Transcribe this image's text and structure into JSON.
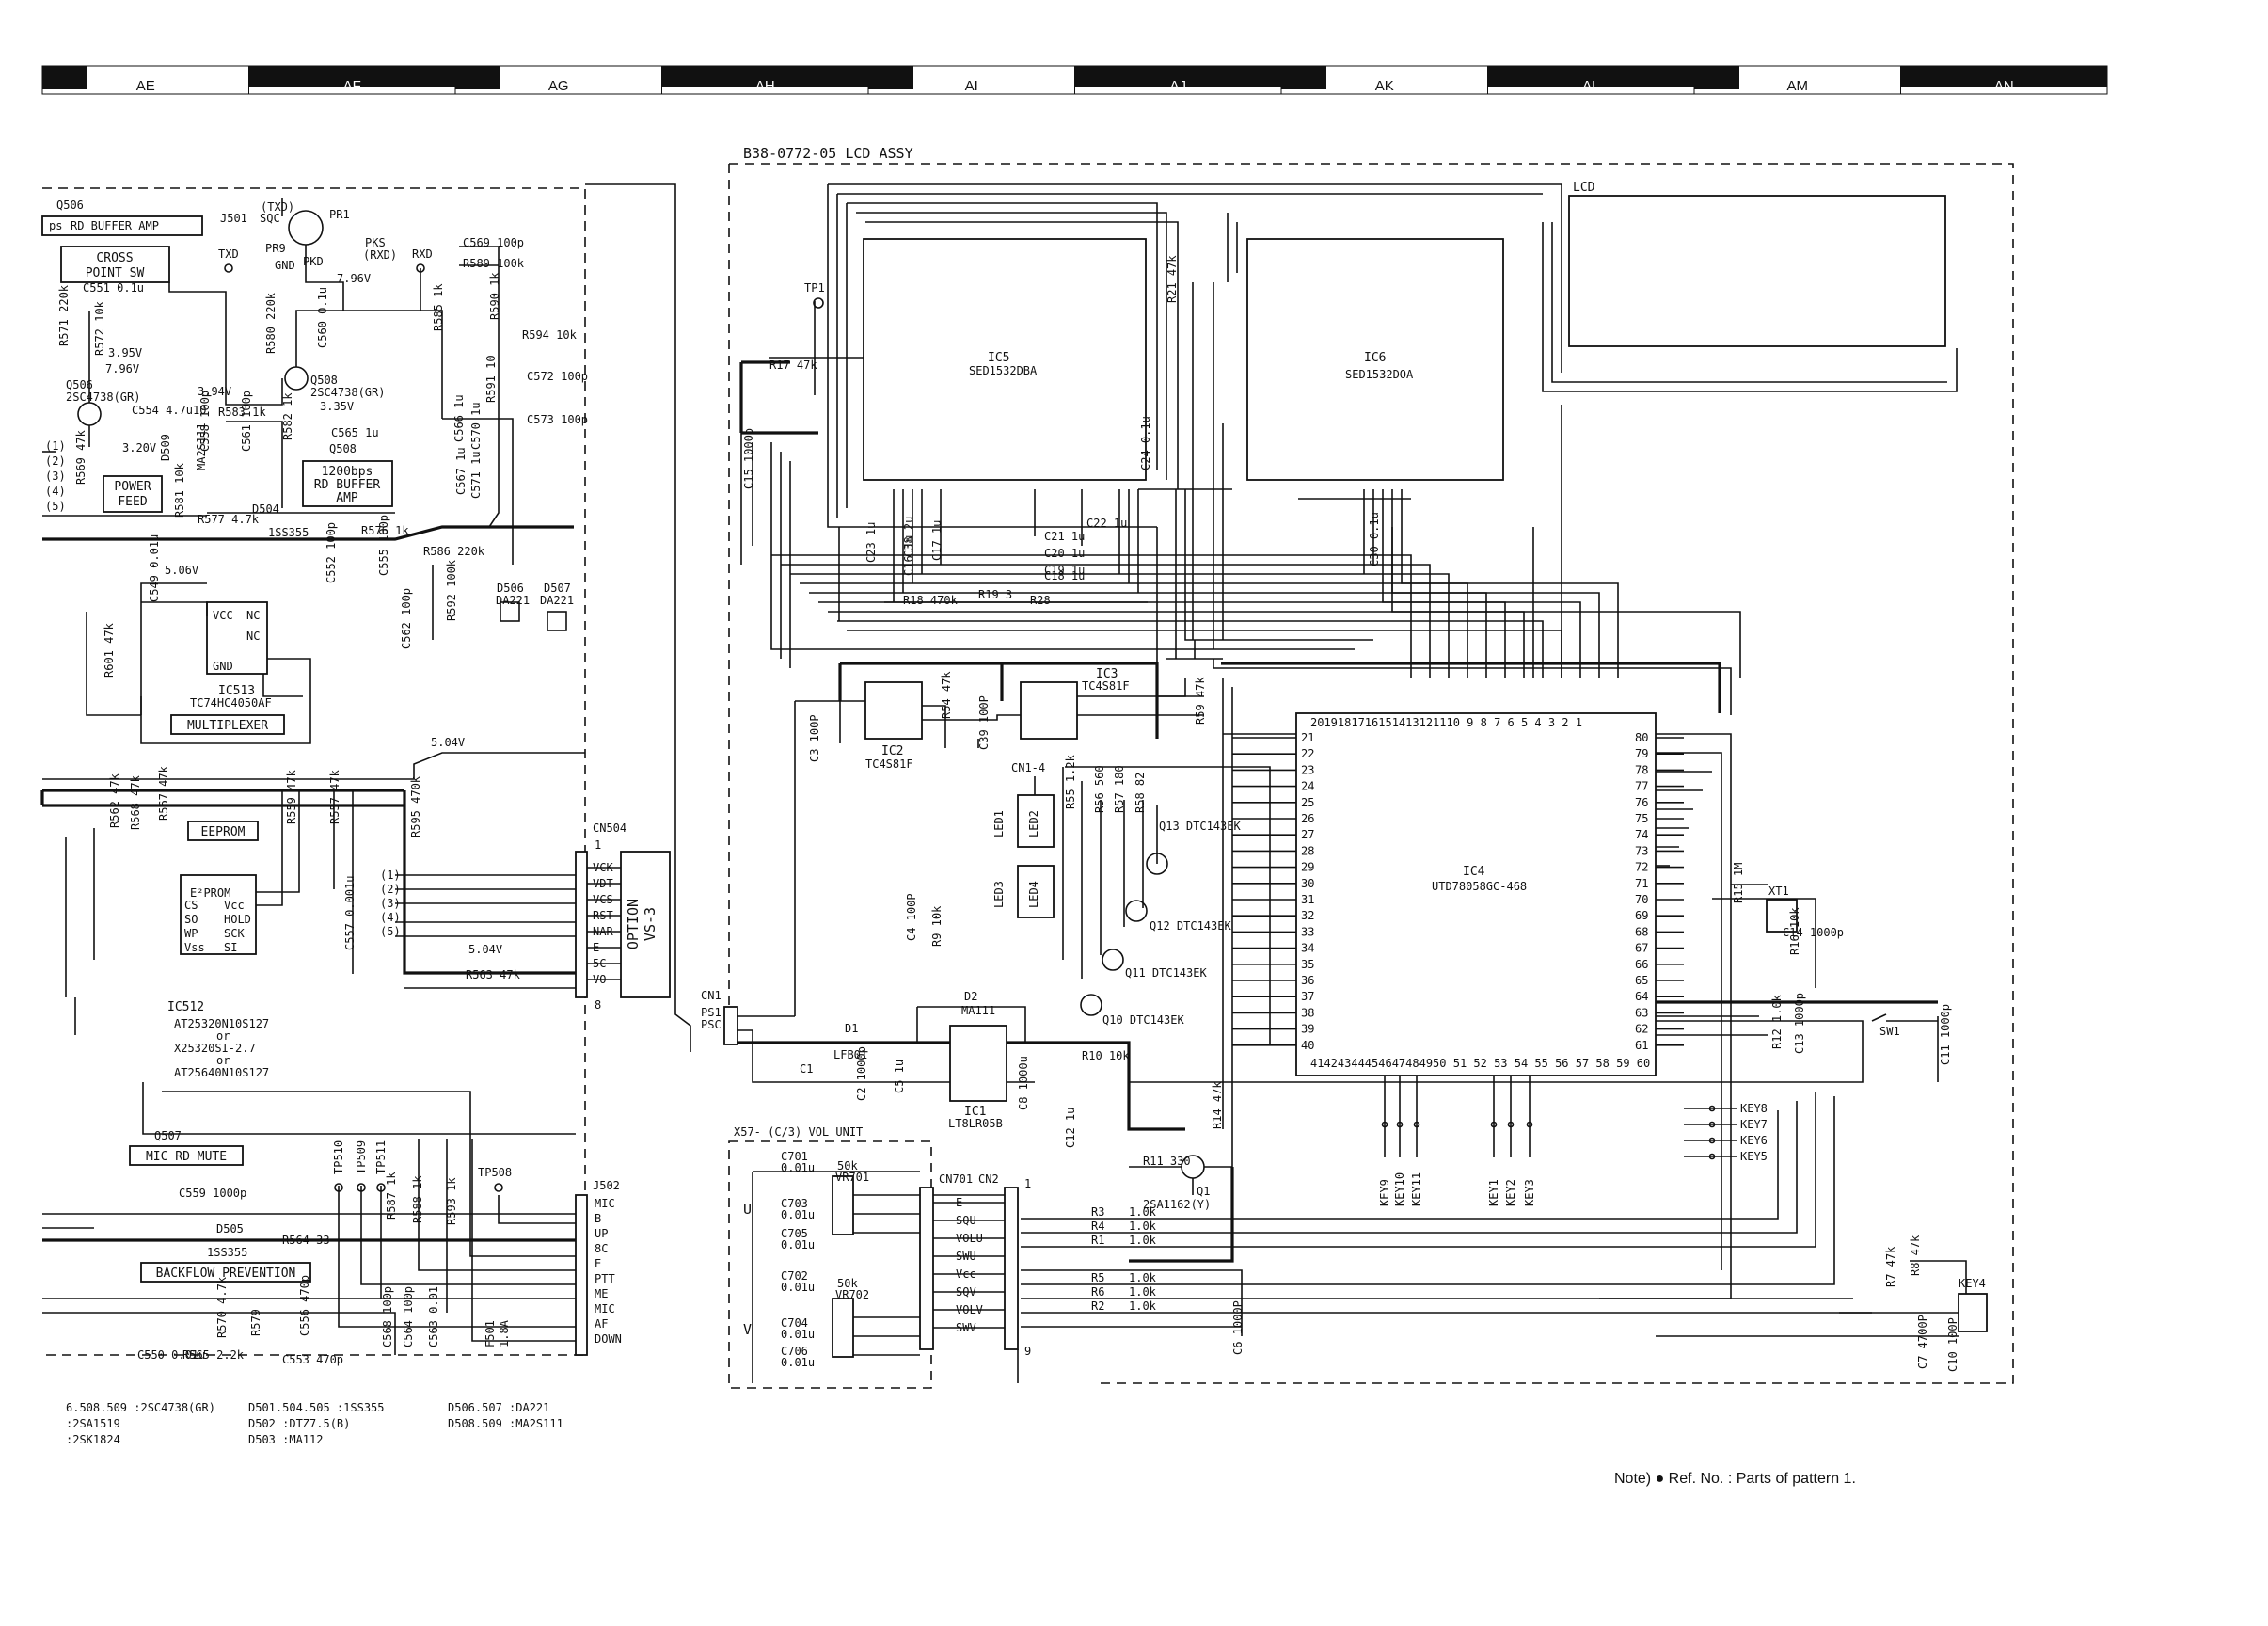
{
  "grid_columns": [
    {
      "label": "AE",
      "dark": true
    },
    {
      "label": "AF",
      "dark": false
    },
    {
      "label": "AG",
      "dark": true
    },
    {
      "label": "AH",
      "dark": false
    },
    {
      "label": "AI",
      "dark": true
    },
    {
      "label": "AJ",
      "dark": false
    },
    {
      "label": "AK",
      "dark": true
    },
    {
      "label": "AL",
      "dark": false
    },
    {
      "label": "AM",
      "dark": true
    },
    {
      "label": "AN",
      "dark": false
    }
  ],
  "lcd_assy": {
    "title": "B38-0772-05 LCD ASSY",
    "lcd_label": "LCD",
    "ic5": {
      "ref": "IC5",
      "part": "SED1532DBA"
    },
    "ic6": {
      "ref": "IC6",
      "part": "SED1532DOA"
    },
    "ic4": {
      "ref": "IC4",
      "part": "UTD78058GC-468",
      "top_pins": "2019181716151413121110 9 8 7 6 5 4 3 2 1",
      "bottom_pins": "41424344454647484950 51 52 53 54 55 56 57 58 59 60",
      "left_pins": [
        "21",
        "22",
        "23",
        "24",
        "25",
        "26",
        "27",
        "28",
        "29",
        "30",
        "31",
        "32",
        "33",
        "34",
        "35",
        "36",
        "37",
        "38",
        "39",
        "40"
      ],
      "right_pins": [
        "80",
        "79",
        "78",
        "77",
        "76",
        "75",
        "74",
        "73",
        "72",
        "71",
        "70",
        "69",
        "68",
        "67",
        "66",
        "65",
        "64",
        "63",
        "62",
        "61"
      ]
    },
    "ic2": {
      "ref": "IC2",
      "part": "TC4S81F"
    },
    "ic3": {
      "ref": "IC3",
      "part": "TC4S81F"
    },
    "ic1": {
      "ref": "IC1",
      "part": "LT8LR05B"
    },
    "q13": "Q13  DTC143EK",
    "q12": "Q12  DTC143EK",
    "q11": "Q11  DTC143EK",
    "q10": "Q10  DTC143EK",
    "q1": "Q1",
    "q1_part": "2SA1162(Y)",
    "tp1": "TP1",
    "cn1": "CN1",
    "cn1_4": "CN1-4",
    "ps1": "PS1",
    "psc": "PSC",
    "d1": "D1",
    "d2": "D2",
    "d2_part": "MA111",
    "lfb01": "LFB01",
    "leds": [
      "LED1",
      "LED2",
      "LED3",
      "LED4"
    ],
    "xt1": "XT1",
    "sw1": "SW1",
    "key4": "KEY4",
    "keys_right": [
      "KEY8",
      "KEY7",
      "KEY6",
      "KEY5"
    ],
    "keys_bottom": [
      "KEY9",
      "KEY10",
      "KEY11",
      "KEY1",
      "KEY2",
      "KEY3"
    ],
    "parts": [
      {
        "ref": "R17",
        "val": "47k"
      },
      {
        "ref": "C15",
        "val": "1000p"
      },
      {
        "ref": "R21",
        "val": "47k"
      },
      {
        "ref": "C24",
        "val": "0.1u"
      },
      {
        "ref": "C23",
        "val": "1u"
      },
      {
        "ref": "C38",
        "val": "2u"
      },
      {
        "ref": "C16",
        "val": "1u"
      },
      {
        "ref": "C17",
        "val": "1u"
      },
      {
        "ref": "C22",
        "val": "1u"
      },
      {
        "ref": "C21",
        "val": "1u"
      },
      {
        "ref": "C20",
        "val": "1u"
      },
      {
        "ref": "C19",
        "val": "1u"
      },
      {
        "ref": "C18",
        "val": "1u"
      },
      {
        "ref": "C30",
        "val": "0.1u"
      },
      {
        "ref": "R18",
        "val": "470k"
      },
      {
        "ref": "R19",
        "val": "3"
      },
      {
        "ref": "R28",
        "val": ""
      },
      {
        "ref": "R54",
        "val": "47k"
      },
      {
        "ref": "C39",
        "val": "100P"
      },
      {
        "ref": "C3",
        "val": "100P"
      },
      {
        "ref": "R59",
        "val": "47k"
      },
      {
        "ref": "R55",
        "val": "1.2k"
      },
      {
        "ref": "R56",
        "val": "560"
      },
      {
        "ref": "R57",
        "val": "180"
      },
      {
        "ref": "R58",
        "val": "82"
      },
      {
        "ref": "C4",
        "val": "100P"
      },
      {
        "ref": "R9",
        "val": "10k"
      },
      {
        "ref": "R10",
        "val": "10k"
      },
      {
        "ref": "C2",
        "val": "1000p"
      },
      {
        "ref": "C5",
        "val": "1u"
      },
      {
        "ref": "C1",
        "val": ""
      },
      {
        "ref": "C8",
        "val": "1000u"
      },
      {
        "ref": "C12",
        "val": "1u"
      },
      {
        "ref": "R14",
        "val": "47k"
      },
      {
        "ref": "R11",
        "val": "330"
      },
      {
        "ref": "C14",
        "val": "1000p"
      },
      {
        "ref": "R15",
        "val": "1M"
      },
      {
        "ref": "R16",
        "val": "10k"
      },
      {
        "ref": "R12",
        "val": "1.0k"
      },
      {
        "ref": "C13",
        "val": "1000p"
      },
      {
        "ref": "C11",
        "val": "1000p"
      },
      {
        "ref": "C6",
        "val": "1000P"
      },
      {
        "ref": "R7",
        "val": "47k"
      },
      {
        "ref": "R8",
        "val": "47k"
      },
      {
        "ref": "C7",
        "val": "4700P"
      },
      {
        "ref": "C10",
        "val": "100P"
      }
    ]
  },
  "vol_unit": {
    "title": "X57- (C/3) VOL UNIT",
    "cn701": "CN701",
    "cn2": "CN2",
    "pins": [
      "E",
      "SQU",
      "VOLU",
      "SWU",
      "Vcc",
      "SQV",
      "VOLV",
      "SWV"
    ],
    "u": "U",
    "v": "V",
    "vr701": "VR701",
    "vr702": "VR702",
    "vr_val": "50k",
    "caps": [
      {
        "ref": "C701",
        "val": "0.01u"
      },
      {
        "ref": "C703",
        "val": "0.01u"
      },
      {
        "ref": "C705",
        "val": "0.01u"
      },
      {
        "ref": "C702",
        "val": "0.01u"
      },
      {
        "ref": "C704",
        "val": "0.01u"
      },
      {
        "ref": "C706",
        "val": "0.01u"
      }
    ],
    "resistors": [
      {
        "ref": "R3",
        "val": "1.0k"
      },
      {
        "ref": "R4",
        "val": "1.0k"
      },
      {
        "ref": "R1",
        "val": "1.0k"
      },
      {
        "ref": "R5",
        "val": "1.0k"
      },
      {
        "ref": "R6",
        "val": "1.0k"
      },
      {
        "ref": "R2",
        "val": "1.0k"
      }
    ],
    "pin1": "1",
    "pin9": "9"
  },
  "left_board": {
    "q506_title": "Q506",
    "rd_buffer": "RD BUFFER AMP",
    "ps": "ps",
    "cross_point": "CROSS\nPOINT SW",
    "power_feed": "POWER\nFEED",
    "buffer_1200": "1200bps\nRD BUFFER\nAMP",
    "multiplexer": "MULTIPLEXER",
    "eeprom": "EEPROM",
    "mic_rd_mute": "MIC RD MUTE",
    "backflow": "BACKFLOW PREVENTION",
    "option": "OPTION\nVS-3",
    "j501": "J501",
    "sqc": "SQC",
    "txd": "TXD",
    "txd_p": "(TXD)",
    "gnd": "GND",
    "pkd": "PKD",
    "pks": "PKS\n(RXD)",
    "rxd": "RXD",
    "pr1": "PR1",
    "pr9": "PR9",
    "v796": "7.96V",
    "v395": "3.95V",
    "v796b": "7.96V",
    "v394": "3.94V",
    "v335": "3.35V",
    "v320": "3.20V",
    "v506": "5.06V",
    "v504a": "5.04V",
    "v504b": "5.04V",
    "q506_part": "2SC4738(GR)",
    "q508": "Q508",
    "q508_part": "2SC4738(GR)",
    "q508_b": "Q508",
    "q507": "Q507",
    "ic513": "IC513",
    "ic513_part": "TC74HC4050AF",
    "ic512": "IC512",
    "ic512_parts": "AT25320N10S127\nor\nX25320SI-2.7\nor\nAT25640N10S127",
    "eeprom_pins_l": [
      "CS",
      "SO",
      "WP",
      "Vss"
    ],
    "eeprom_pins_r": [
      "Vcc",
      "HOLD",
      "SCK",
      "SI"
    ],
    "eeprom_chip": "E²PROM",
    "mux_pins": [
      "VCC",
      "NC",
      "NC",
      "GND"
    ],
    "cn504": "CN504",
    "cn504_pins": [
      "VCK",
      "VDT",
      "VCS",
      "RST",
      "NAR",
      "E",
      "5C",
      "VO"
    ],
    "cn504_1": "1",
    "cn504_8": "8",
    "j502": "J502",
    "j502_pins": [
      "MIC",
      "B",
      "UP",
      "8C",
      "E",
      "PTT",
      "ME",
      "MIC",
      "AF",
      "DOWN"
    ],
    "tps": [
      "TP510",
      "TP509",
      "TP511",
      "TP508"
    ],
    "d505": "D505",
    "d505_part": "1SS355",
    "d504": "D504",
    "d504_part": "1SS355",
    "d506": "D506",
    "d506_part": "DA221",
    "d507": "D507",
    "d507_part": "DA221",
    "d509": "D509",
    "d509_part": "MA2S111",
    "f501": "F501",
    "f501_val": "1.8A",
    "parts": [
      {
        "ref": "C551",
        "val": "0.1u"
      },
      {
        "ref": "C554",
        "val": "4.7u10"
      },
      {
        "ref": "R569",
        "val": "47k"
      },
      {
        "ref": "R581",
        "val": "10k"
      },
      {
        "ref": "R577",
        "val": "4.7k"
      },
      {
        "ref": "R576",
        "val": "1k"
      },
      {
        "ref": "R583",
        "val": "1k"
      },
      {
        "ref": "C558",
        "val": "100p"
      },
      {
        "ref": "C561",
        "val": "100p"
      },
      {
        "ref": "R580",
        "val": "220k"
      },
      {
        "ref": "C560",
        "val": "0.1u"
      },
      {
        "ref": "C565",
        "val": "1u"
      },
      {
        "ref": "R582",
        "val": "1k"
      },
      {
        "ref": "C569",
        "val": "100p"
      },
      {
        "ref": "R589",
        "val": "100k"
      },
      {
        "ref": "R585",
        "val": "1k"
      },
      {
        "ref": "R590",
        "val": "1k"
      },
      {
        "ref": "R594",
        "val": "10k"
      },
      {
        "ref": "C572",
        "val": "100p"
      },
      {
        "ref": "R591",
        "val": "10"
      },
      {
        "ref": "C573",
        "val": "100p"
      },
      {
        "ref": "C566",
        "val": "1u"
      },
      {
        "ref": "C570",
        "val": "1u"
      },
      {
        "ref": "C567",
        "val": "1u"
      },
      {
        "ref": "C571",
        "val": "1u"
      },
      {
        "ref": "R586",
        "val": "220k"
      },
      {
        "ref": "C552",
        "val": "100p"
      },
      {
        "ref": "C555",
        "val": "100p"
      },
      {
        "ref": "C562",
        "val": "100p"
      },
      {
        "ref": "R592",
        "val": "100k"
      },
      {
        "ref": "C549",
        "val": "0.01u"
      },
      {
        "ref": "R601",
        "val": "47k"
      },
      {
        "ref": "R562",
        "val": "47k"
      },
      {
        "ref": "R568",
        "val": "47k"
      },
      {
        "ref": "R567",
        "val": "47k"
      },
      {
        "ref": "R559",
        "val": "47k"
      },
      {
        "ref": "R557",
        "val": "47k"
      },
      {
        "ref": "R595",
        "val": "470k"
      },
      {
        "ref": "C557",
        "val": "0.001u"
      },
      {
        "ref": "R563",
        "val": "47k"
      },
      {
        "ref": "C559",
        "val": "1000p"
      },
      {
        "ref": "R564",
        "val": "33"
      },
      {
        "ref": "R587",
        "val": "1k"
      },
      {
        "ref": "R588",
        "val": "1k"
      },
      {
        "ref": "R593",
        "val": "1k"
      },
      {
        "ref": "C550",
        "val": "0.01u"
      },
      {
        "ref": "R565",
        "val": "2.2k"
      },
      {
        "ref": "R570",
        "val": "4.7k"
      },
      {
        "ref": "C553",
        "val": "470p"
      },
      {
        "ref": "R579",
        "val": ""
      },
      {
        "ref": "C556",
        "val": "470p"
      },
      {
        "ref": "C568",
        "val": "100p"
      },
      {
        "ref": "C564",
        "val": "100p"
      },
      {
        "ref": "C563",
        "val": "0.01"
      },
      {
        "ref": "R571",
        "val": "220k"
      },
      {
        "ref": "R572",
        "val": "10k"
      }
    ],
    "side_nums": [
      "(1)",
      "(2)",
      "(3)",
      "(4)",
      "(5)"
    ],
    "mux_io": [
      "(1)",
      "(2)",
      "(3)",
      "(4)",
      "(5)"
    ]
  },
  "legend_rows": [
    [
      "6.508.509 :2SC4738(GR)",
      "D501.504.505 :1SS355",
      "D506.507 :DA221"
    ],
    [
      ":2SA1519",
      "D502 :DTZ7.5(B)",
      "D508.509 :MA2S111"
    ],
    [
      ":2SK1824",
      "D503 :MA112",
      ""
    ]
  ],
  "note": "Note) ● Ref. No. : Parts of pattern 1."
}
